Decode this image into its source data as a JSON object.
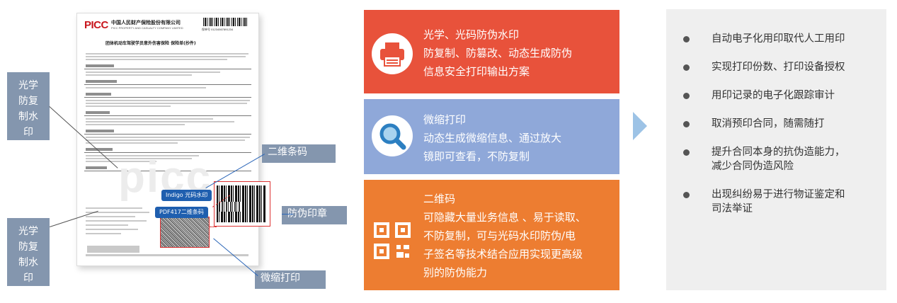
{
  "document": {
    "logo": "PICC",
    "company_cn": "中国人民财产保险股份有限公司",
    "company_en": "PICC PROPERTY AND CASUALTY COMPANY LIMITED",
    "serial": "保单号 01234567891234",
    "title": "团体机动车驾驶学员意外伤害保险 保险单(抄件)",
    "watermark": "picc"
  },
  "doc_tags": {
    "indigo": "Indigo 光码水印",
    "pdf417": "PDF417二维条码"
  },
  "callouts": {
    "optical_top": [
      "光学",
      "防复",
      "制水",
      "印"
    ],
    "optical_bottom": [
      "光学",
      "防复",
      "制水",
      "印"
    ],
    "qr": "二维条码",
    "seal": "防伪印章",
    "micro": "微缩打印"
  },
  "panels": [
    {
      "color": "#e8523b",
      "icon": "printer-icon",
      "lines": [
        "光学、光码防伪水印",
        "防复制、防篡改、动态生成防伪",
        "信息安全打印输出方案"
      ]
    },
    {
      "color": "#8fa8d9",
      "icon": "magnifier-icon",
      "lines": [
        "微缩打印",
        "动态生成微缩信息、通过放大",
        "镜即可查看，不防复制"
      ]
    },
    {
      "color": "#ed7d31",
      "icon": "qr-code-icon",
      "lines": [
        "二维码",
        "可隐藏大量业务信息 、易于读取、",
        "不防复制，可与光码水印防伪/电",
        "子签名等技术结合应用实现更高级",
        "别的防伪能力"
      ]
    }
  ],
  "benefits": [
    [
      "自动电子化用印取代人工用印"
    ],
    [
      "实现打印份数、打印设备授权"
    ],
    [
      "用印记录的电子化跟踪审计"
    ],
    [
      "取消预印合同，随需随打"
    ],
    [
      "提升合同本身的抗伪造能力，",
      "减少合同伪造风险"
    ],
    [
      "出现纠纷易于进行物证鉴定和",
      "司法举证"
    ]
  ]
}
